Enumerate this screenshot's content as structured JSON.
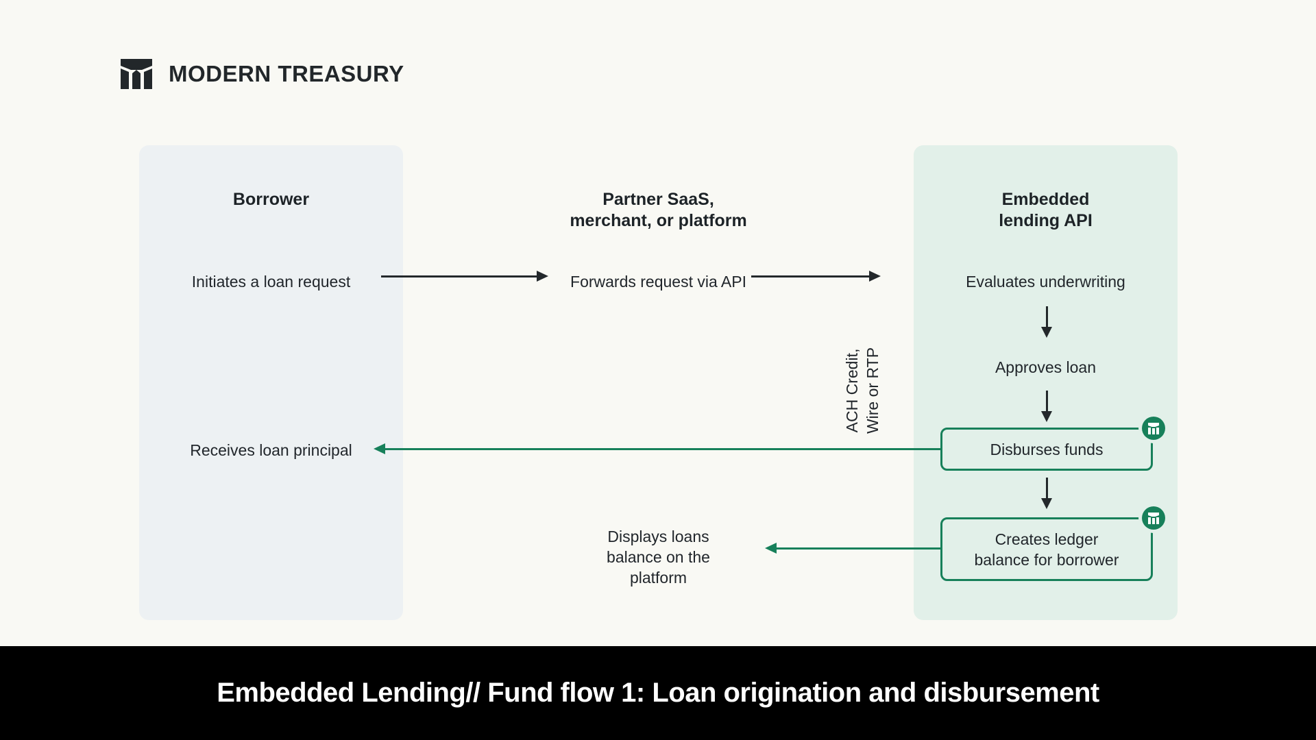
{
  "brand": {
    "wordmark": "MODERN TREASURY",
    "logo_icon": "modern-treasury-mark-icon"
  },
  "columns": {
    "borrower": {
      "title": "Borrower"
    },
    "partner": {
      "title_lines": [
        "Partner SaaS,",
        "merchant, or platform"
      ]
    },
    "api": {
      "title_lines": [
        "Embedded",
        "lending API"
      ]
    }
  },
  "flow": {
    "initiates": "Initiates a loan request",
    "forwards": "Forwards request via API",
    "evaluates": "Evaluates underwriting",
    "approves": "Approves loan",
    "disburses": "Disburses funds",
    "creates_ledger": [
      "Creates ledger",
      "balance for borrower"
    ],
    "receives": "Receives loan principal",
    "displays": [
      "Displays loans",
      "balance on the",
      "platform"
    ],
    "rails": [
      "ACH Credit,",
      "Wire or RTP"
    ]
  },
  "badges": {
    "icon": "modern-treasury-badge-icon"
  },
  "footer": {
    "title": "Embedded Lending// Fund flow 1: Loan origination and disbursement"
  },
  "colors": {
    "page_bg": "#f9f9f4",
    "borrower_column_bg": "#edf1f3",
    "api_column_bg": "#e2f0e9",
    "accent_green": "#17805a",
    "ink": "#21262b",
    "footer_bg": "#000000",
    "footer_text": "#ffffff"
  }
}
